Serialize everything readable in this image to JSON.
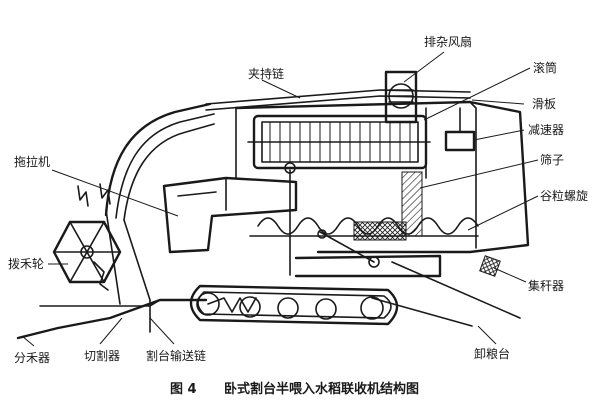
{
  "labels": {
    "paizafengshan": "排杂风扇",
    "gunjong": "滚筒",
    "jiachilian": "夹持链",
    "huaban": "滑板",
    "jiansuqi": "减速器",
    "tuolaji": "拖拉机",
    "shaizi": "筛子",
    "guliluoxuan": "谷粒螺旋",
    "bohelun": "拨禾轮",
    "jiganqi": "集秆器",
    "fenheqi": "分禾器",
    "qiegeqi": "切割器",
    "getaishusonglian": "割台输送链",
    "xieliangtai": "卸粮台"
  },
  "caption": {
    "figure": "图 4",
    "title": "卧式割台半喂入水稻联收机结构图"
  }
}
